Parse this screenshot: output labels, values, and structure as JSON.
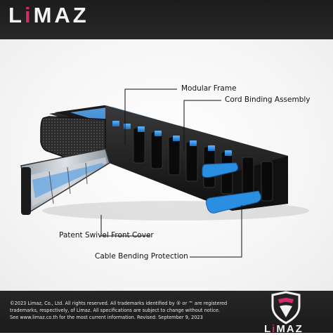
{
  "brand": {
    "logo_text": "LiMAZ",
    "accent_color": "#d62b6a",
    "panel_blue": "#2a8fe0"
  },
  "callouts": [
    {
      "label": "Modular Frame"
    },
    {
      "label": "Cord Binding Assembly"
    },
    {
      "label": "Patent Swivel Front Cover"
    },
    {
      "label": "Cable Bending Protection"
    }
  ],
  "footer": {
    "lines": [
      "©2023 Limaz, Co., Ltd. All rights reserved. All trademarks identified by ® or ™ are registered",
      "trademarks, respectively, of Limaz. All specifications are subject to change without notice.",
      "See www.limaz.co.th for the most current information. Revised: September 9, 2023"
    ]
  }
}
